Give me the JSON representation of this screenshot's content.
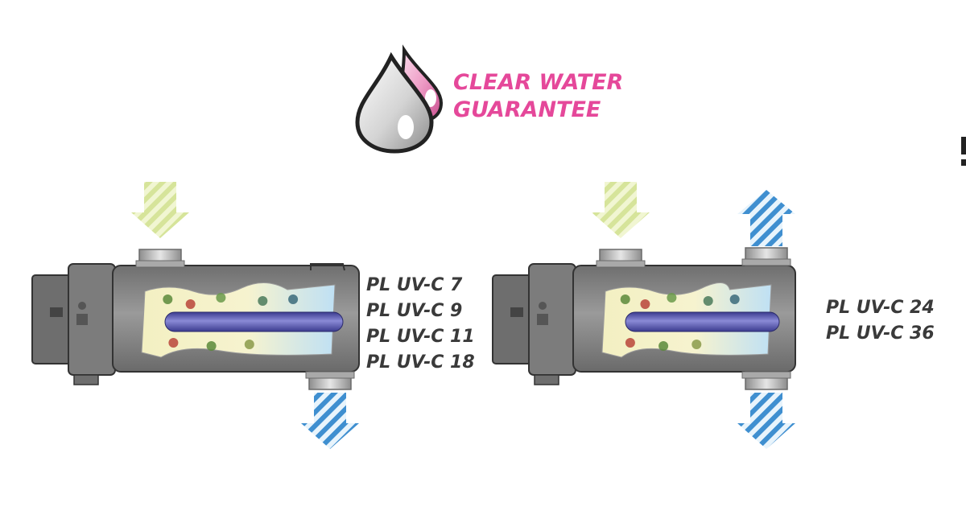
{
  "logo": {
    "line1": "CLEAR WATER",
    "line2": "GUARANTEE",
    "text_color": "#e5489a",
    "drop_white_color": "#d9d9d9",
    "drop_pink_color": "#e985b7"
  },
  "colors": {
    "housing": "#8a8a8a",
    "housing_dark": "#5a5a5a",
    "lamp": "#5f5fb3",
    "arrow_clean": "#3f8fd0",
    "arrow_dirty": "#e7efb0",
    "text": "#3a3a3a"
  },
  "units": [
    {
      "models": [
        "PL UV-C 7",
        "PL UV-C 9",
        "PL UV-C 11",
        "PL UV-C 18"
      ],
      "outlet": "bottom-right"
    },
    {
      "models": [
        "PL UV-C 24",
        "PL UV-C 36"
      ],
      "outlet": "top-and-bottom-right"
    }
  ]
}
